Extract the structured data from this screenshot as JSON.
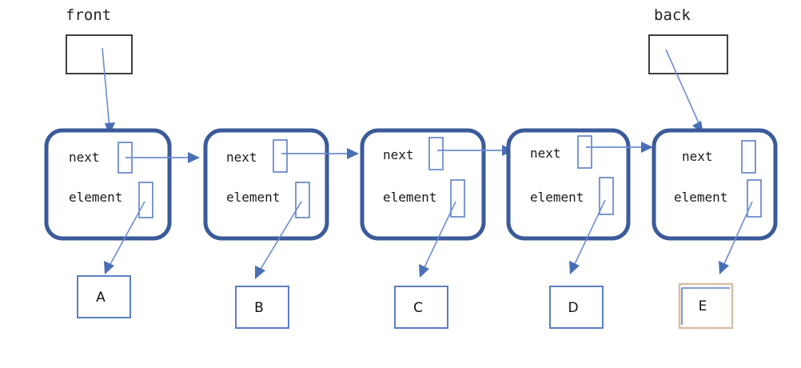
{
  "diagram": {
    "title": "linked-list-with-front-and-back-pointers",
    "pointers": [
      {
        "name": "front",
        "label": "front"
      },
      {
        "name": "back",
        "label": "back"
      }
    ],
    "field_labels": {
      "next": "next",
      "element": "element"
    },
    "nodes": [
      {
        "id": "node-1",
        "next_label": "next",
        "element_label": "element",
        "element_value": "A",
        "has_next_arrow": true,
        "highlighted_value_box": false
      },
      {
        "id": "node-2",
        "next_label": "next",
        "element_label": "element",
        "element_value": "B",
        "has_next_arrow": true,
        "highlighted_value_box": false
      },
      {
        "id": "node-3",
        "next_label": "next",
        "element_label": "element",
        "element_value": "C",
        "has_next_arrow": true,
        "highlighted_value_box": false
      },
      {
        "id": "node-4",
        "next_label": "next",
        "element_label": "element",
        "element_value": "D",
        "has_next_arrow": true,
        "highlighted_value_box": false
      },
      {
        "id": "node-5",
        "next_label": "next",
        "element_label": "element",
        "element_value": "E",
        "has_next_arrow": false,
        "highlighted_value_box": true
      }
    ],
    "colors": {
      "node_border": "#3b5a9a",
      "slot_border": "#5b7fc4",
      "arrow": "#4a6fb5",
      "link_line": "#6b8dd1",
      "pointer_box_border": "#3f3f3f",
      "highlight_border": "#d9bfa8",
      "text": "#111111",
      "background": "#ffffff"
    }
  }
}
